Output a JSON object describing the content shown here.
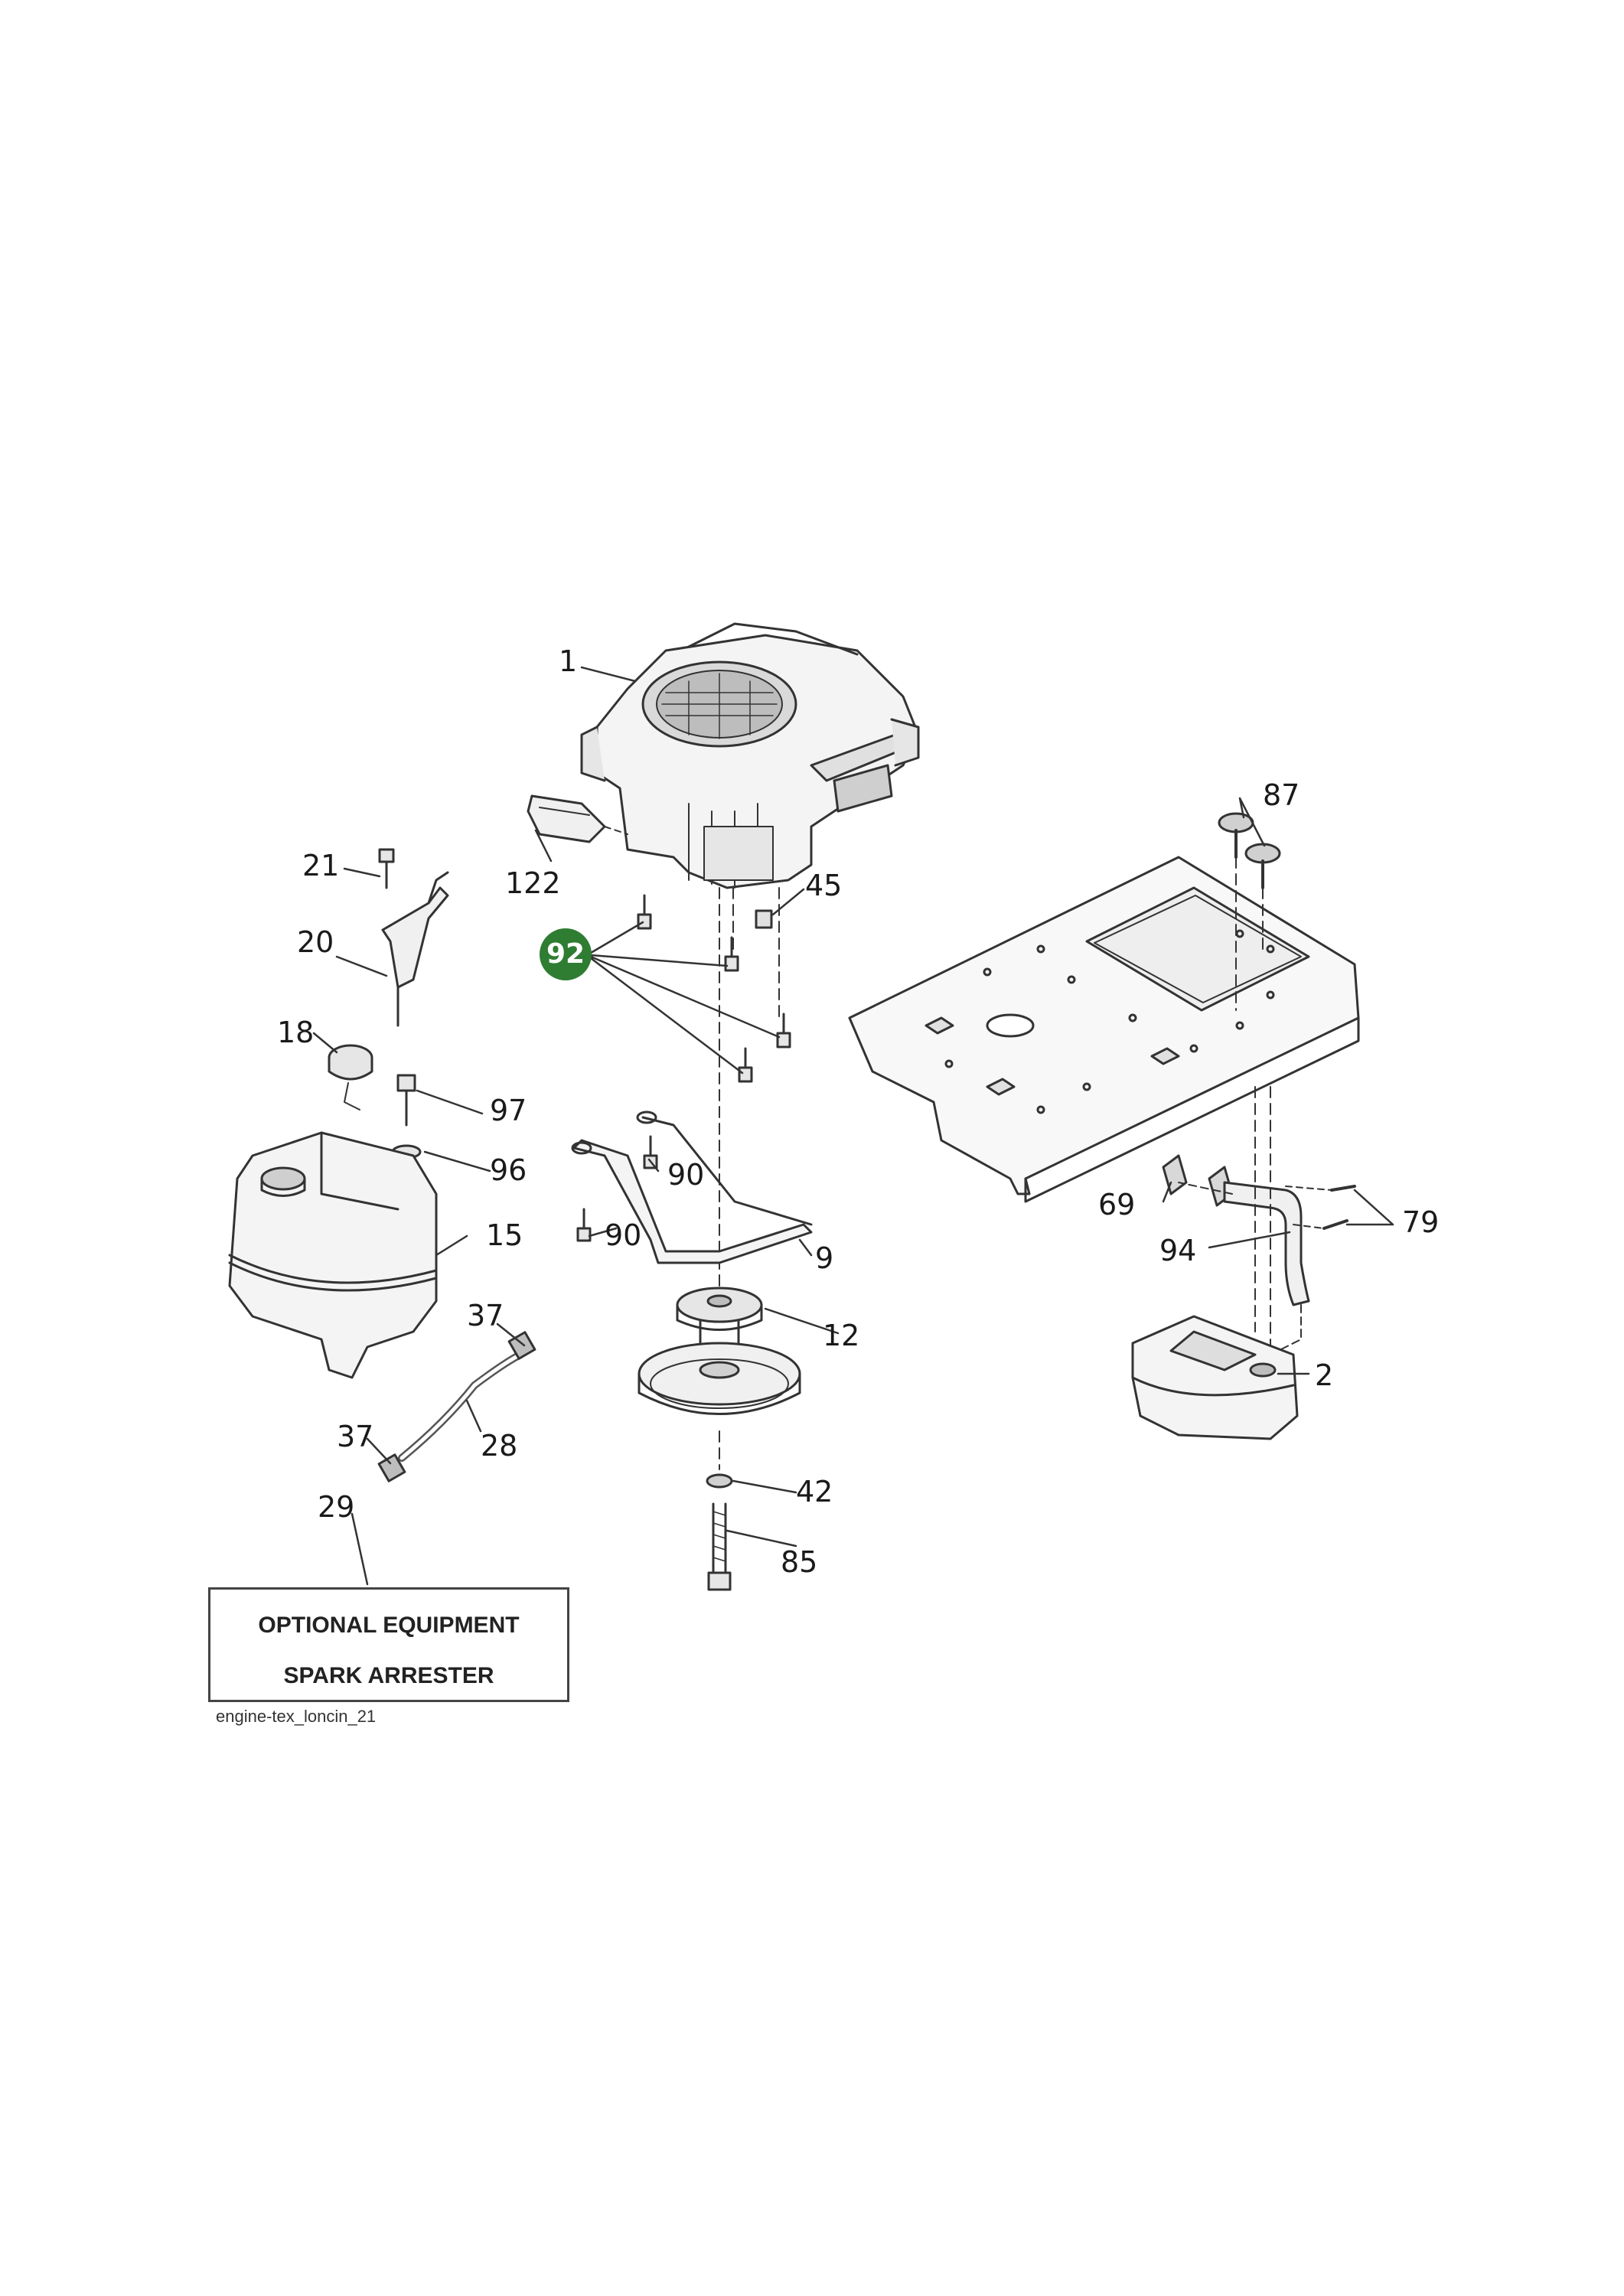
{
  "callouts": {
    "c1": "1",
    "c87": "87",
    "c21": "21",
    "c122": "122",
    "c45": "45",
    "c20": "20",
    "c92": "92",
    "c18": "18",
    "c97": "97",
    "c96": "96",
    "c90a": "90",
    "c90b": "90",
    "c15": "15",
    "c9": "9",
    "c69": "69",
    "c79": "79",
    "c94": "94",
    "c37a": "37",
    "c12": "12",
    "c2": "2",
    "c37b": "37",
    "c28": "28",
    "c42": "42",
    "c29": "29",
    "c85": "85"
  },
  "note": {
    "line1": "OPTIONAL EQUIPMENT",
    "line2": "SPARK ARRESTER"
  },
  "caption": "engine-tex_loncin_21",
  "colors": {
    "line": "#333333",
    "highlight_badge": "#2e7d32",
    "background": "#ffffff"
  }
}
